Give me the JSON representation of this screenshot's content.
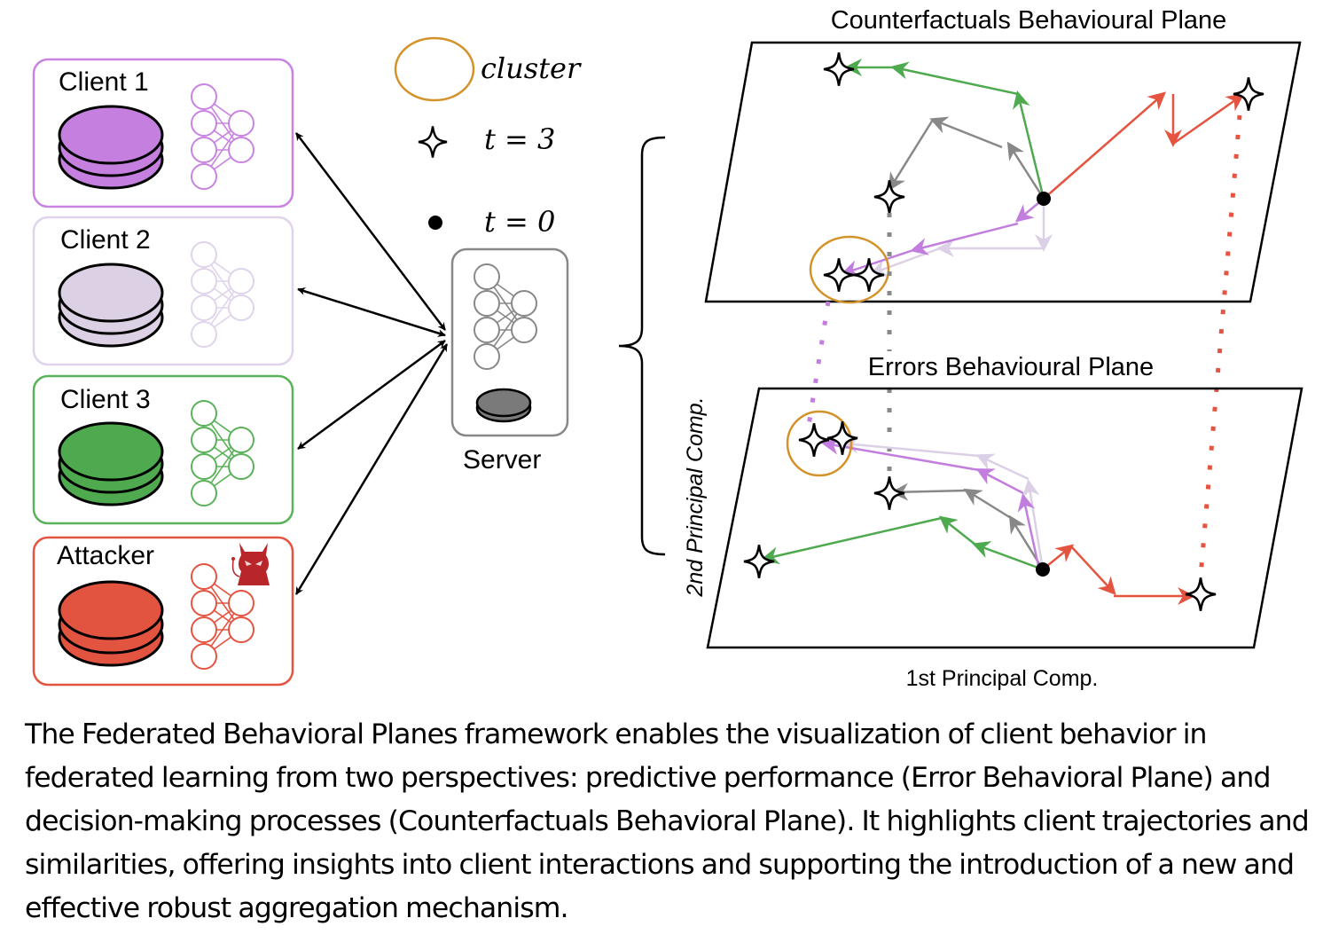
{
  "legend": {
    "cluster_label": "cluster",
    "star_label": "t = 3",
    "dot_label": "t = 0"
  },
  "clients": [
    {
      "label": "Client 1",
      "color": "#c27ede",
      "border": "#c884e0",
      "fill": "#c47fdf",
      "role": "client"
    },
    {
      "label": "Client 2",
      "color": "#dcd0e6",
      "border": "#e0d4ea",
      "fill": "#dcd0e4",
      "role": "client"
    },
    {
      "label": "Client 3",
      "color": "#4ea94f",
      "border": "#5ab25a",
      "fill": "#4fa94e",
      "role": "client"
    },
    {
      "label": "Attacker",
      "color": "#e45441",
      "border": "#e45441",
      "fill": "#e35440",
      "role": "attacker"
    }
  ],
  "server": {
    "label": "Server",
    "color": "#888888",
    "db_fill": "#7a7a7a"
  },
  "planes": {
    "counterfactuals_title": "Counterfactuals Behavioural Plane",
    "errors_title": "Errors Behavioural Plane",
    "x_axis_label": "1st Principal Comp.",
    "y_axis_label": "2nd Principal Comp."
  },
  "colors": {
    "cluster": "#d4922a",
    "gray_trajectory": "#888888"
  },
  "caption": "The Federated Behavioral Planes framework enables the visualization of client behavior in federated learning from two perspectives: predictive performance (Error Behavioral Plane) and decision-making processes (Counterfactuals Behavioral Plane). It highlights client trajectories and similarities, offering insights into client interactions and supporting the introduction of a new and effective robust aggregation mechanism."
}
